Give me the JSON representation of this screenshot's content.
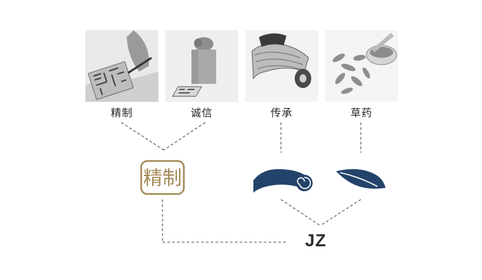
{
  "nodes": [
    {
      "caption": "精制",
      "icon": "seal-carving-photo"
    },
    {
      "caption": "诚信",
      "icon": "jade-seal-photo"
    },
    {
      "caption": "传承",
      "icon": "ancient-scroll-photo"
    },
    {
      "caption": "草药",
      "icon": "herbs-mortar-photo"
    }
  ],
  "logo": {
    "seal_text": "精制",
    "brand": "JZ",
    "seal_color": "#a48a58",
    "navy": "#24436b"
  },
  "line_color": "#555555"
}
